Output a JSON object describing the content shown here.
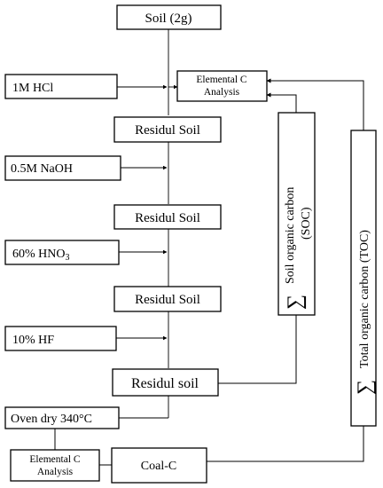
{
  "nodes": {
    "soil": "Soil (2g)",
    "hcl": "1M HCl",
    "elemental_top_line1": "Elemental C",
    "elemental_top_line2": "Analysis",
    "residue1": "Residul Soil",
    "naoh": "0.5M NaOH",
    "residue2": "Residul Soil",
    "hno3_text": "60% HNO",
    "hno3_sub": "3",
    "residue3": "Residul Soil",
    "hf": "10% HF",
    "residue4": "Residul soil",
    "oven": "Oven dry 340°C",
    "elemental_bottom_line1": "Elemental C",
    "elemental_bottom_line2": "Analysis",
    "coal": "Coal-C"
  },
  "sigma_symbol": "∑",
  "soc_box": {
    "line1": "Soil organic carbon",
    "line2": "(SOC)"
  },
  "toc_box": {
    "label": "Total organic carbon (TOC)"
  },
  "colors": {
    "stroke": "#000000",
    "background": "#ffffff"
  }
}
